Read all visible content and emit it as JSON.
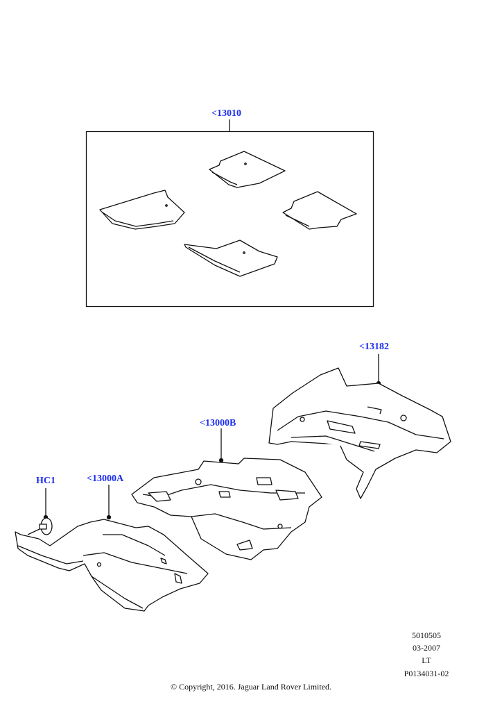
{
  "callouts": {
    "mats_set": "<13010",
    "rear_carpet": "<13182",
    "mid_carpet": "<13000B",
    "front_carpet": "<13000A",
    "clip": "HC1"
  },
  "info": {
    "code": "5010505",
    "date": "03-2007",
    "side": "LT",
    "illustration": "P0134031-02"
  },
  "copyright": "© Copyright, 2016. Jaguar Land Rover Limited.",
  "colors": {
    "callout": "#1a2cf0",
    "line": "#111111",
    "part_fill": "#ffffff"
  }
}
